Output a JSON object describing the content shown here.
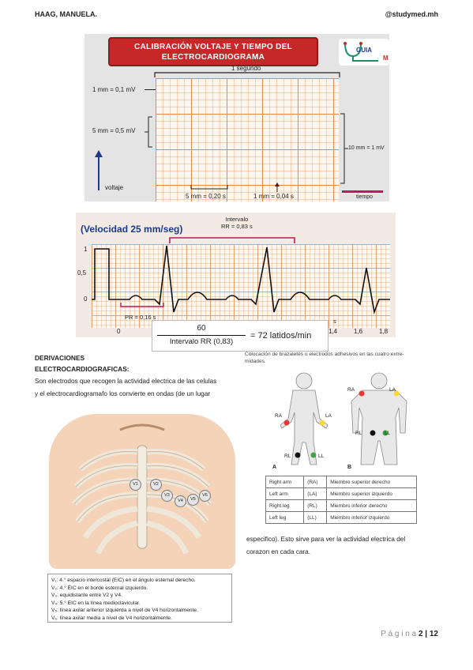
{
  "header": {
    "author": "HAAG, MANUELA.",
    "handle": "@studymed.mh"
  },
  "figure1": {
    "title_line1": "CALIBRACIÓN VOLTAJE Y TIEMPO DEL",
    "title_line2": "ELECTROCARDIOGRAMA",
    "logo_text": "GUIA",
    "logo_extra": "M",
    "one_second": "1 segundo",
    "label_1mm": "1 mm = 0,1 mV",
    "label_5mm": "5 mm = 0,5 mV",
    "label_10mm": "10 mm = 1 mV",
    "label_voltage": "voltaje",
    "label_5mm_time": "5 mm = 0,20 s",
    "label_1mm_time": "1 mm = 0,04 s",
    "label_time": "tiempo"
  },
  "figure2": {
    "speed": "(Velocidad 25 mm/seg)",
    "rr_line1": "Intervalo",
    "rr_line2": "RR = 0,83 s",
    "y_ticks": [
      "1",
      "0,5",
      "0"
    ],
    "x_ticks": [
      "0",
      "1,4",
      "1,6",
      "1,8"
    ],
    "pr_label": "PR = 0,16 s",
    "s_label": "s",
    "formula_num": "60",
    "formula_den": "Intervalo RR (0,83)",
    "formula_result": "= 72 latidos/min"
  },
  "section": {
    "title_line1": "DERIVACIONES",
    "title_line2": "ELECTROCARDIOGRAFICAS:",
    "text_line1": "Son electrodos que recogen la actividad electrica de las celulas",
    "text_line2": "y el electrocardiogramafo los convierte en ondas (de un lugar",
    "text_cont1": "especifico). Esto sirve para ver la actividad electrica del",
    "text_cont2": "corazon en cada cara."
  },
  "limbs": {
    "caption_line1": "Colocación de brazaletes o electrodos adhesivos en las cuatro extre-",
    "caption_line2": "midades.",
    "labels": {
      "RA": "RA",
      "LA": "LA",
      "RL": "RL",
      "LL": "LL",
      "A": "A",
      "B": "B"
    },
    "rows": [
      {
        "name": "Right arm",
        "abbr": "(RA)",
        "desc": "Miembro superior derecho"
      },
      {
        "name": "Left arm",
        "abbr": "(LA)",
        "desc": "Miembro superior izquierdo"
      },
      {
        "name": "Right leg",
        "abbr": "(RL)",
        "desc": "Miembro inferior derecho"
      },
      {
        "name": "Left leg",
        "abbr": "(LL)",
        "desc": "Miembro inferior izquierdo"
      }
    ]
  },
  "chest": {
    "electrodes": [
      "V1",
      "V2",
      "V3",
      "V4",
      "V5",
      "V6"
    ],
    "legend": [
      "V₁: 4.° espacio intercostal (EIC) en el ángulo esternal derecho.",
      "V₂: 4.° EIC en el borde esternal izquierdo.",
      "V₃: equidistante entre V2 y V4.",
      "V₄: 5.° EIC en la línea medioclavicular.",
      "V₅: línea axilar anterior izquierda a nivel de V4 horizontalmente.",
      "V₆: línea axilar media a nivel de V4 horizontalmente."
    ]
  },
  "footer": {
    "page_word": "P á g i n a",
    "page_num": "2",
    "separator": "|",
    "page_total": "12"
  },
  "colors": {
    "accent": "#c2185b",
    "banner": "#c62828",
    "grid": "#e88a4a",
    "trace": "#111111",
    "navy": "#1a3a8a"
  }
}
